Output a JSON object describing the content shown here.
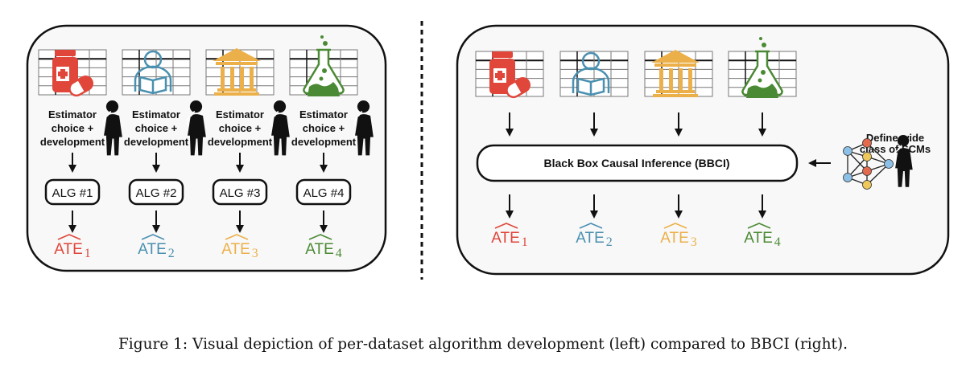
{
  "figure": {
    "left_panel": {
      "datasets": [
        {
          "icon": "medicine-icon",
          "color": "#e0463a",
          "label": "Estimator choice + development",
          "algorithm": "ALG #1",
          "output": "ATE",
          "subscript": "1"
        },
        {
          "icon": "reader-icon",
          "color": "#4a90b0",
          "label": "Estimator choice + development",
          "algorithm": "ALG #2",
          "output": "ATE",
          "subscript": "2"
        },
        {
          "icon": "bank-icon",
          "color": "#ecb04a",
          "label": "Estimator choice + development",
          "algorithm": "ALG #3",
          "output": "ATE",
          "subscript": "3"
        },
        {
          "icon": "flask-icon",
          "color": "#4b8a34",
          "label": "Estimator choice + development",
          "algorithm": "ALG #4",
          "output": "ATE",
          "subscript": "4"
        }
      ],
      "label_lines": [
        "Estimator",
        "choice +",
        "development"
      ]
    },
    "right_panel": {
      "datasets": [
        {
          "icon": "medicine-icon",
          "color": "#e0463a",
          "output": "ATE",
          "subscript": "1"
        },
        {
          "icon": "reader-icon",
          "color": "#4a90b0",
          "output": "ATE",
          "subscript": "2"
        },
        {
          "icon": "bank-icon",
          "color": "#ecb04a",
          "output": "ATE",
          "subscript": "3"
        },
        {
          "icon": "flask-icon",
          "color": "#4b8a34",
          "output": "ATE",
          "subscript": "4"
        }
      ],
      "bbci_label": "Black Box Causal Inference (BBCI)",
      "scm_label_lines": [
        "Define wide",
        "class of SCMs"
      ],
      "node_colors": {
        "blue": "#8dc0e6",
        "red": "#e46a4e",
        "yellow": "#eec85a"
      }
    },
    "caption": "Figure 1: Visual depiction of per-dataset algorithm development (left) compared to BBCI (right)."
  }
}
